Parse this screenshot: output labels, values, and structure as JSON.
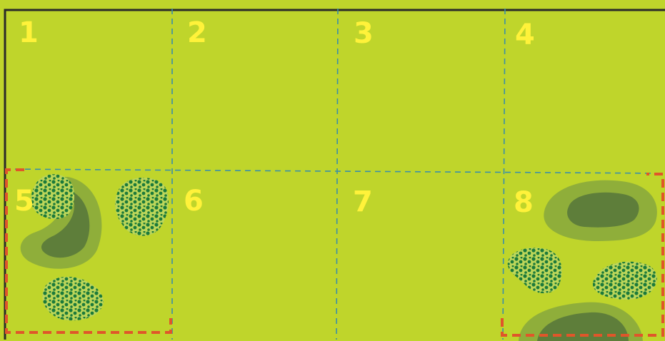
{
  "colors": {
    "field": "#bfd52b",
    "border": "#2a2a28",
    "grid_line": "#3a8fa8",
    "zone_outline": "#e0562a",
    "cell_number": "#fff23a",
    "pond_outer": "#8fae3a",
    "pond_inner": "#5e7e3a",
    "shrub_dark": "#1c7a3a",
    "shrub_light": "#bcd65a"
  },
  "grid": {
    "cells": [
      {
        "number": "1",
        "features": []
      },
      {
        "number": "2",
        "features": []
      },
      {
        "number": "3",
        "features": []
      },
      {
        "number": "4",
        "features": []
      },
      {
        "number": "5",
        "features": [
          "pond",
          "shrub",
          "shrub",
          "shrub"
        ]
      },
      {
        "number": "6",
        "features": []
      },
      {
        "number": "7",
        "features": []
      },
      {
        "number": "8",
        "features": [
          "pond",
          "pond",
          "shrub",
          "shrub"
        ]
      }
    ]
  }
}
